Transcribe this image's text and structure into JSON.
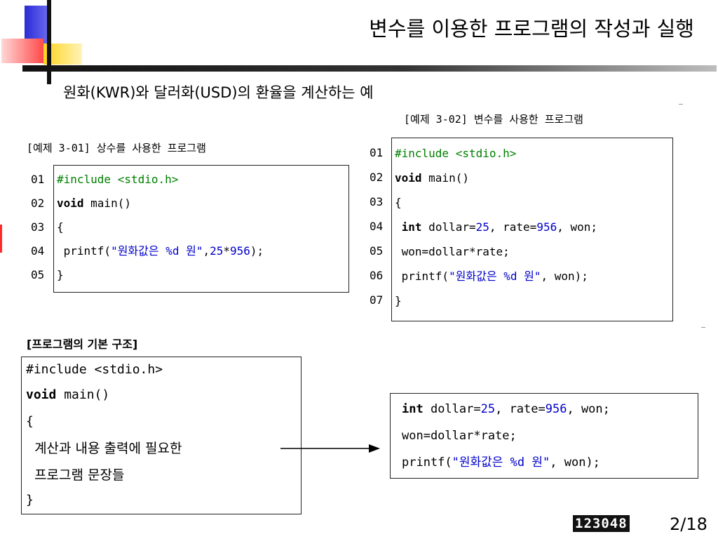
{
  "slide": {
    "title": "변수를 이용한 프로그램의 작성과 실행",
    "subtitle": "원화(KWR)와 달러화(USD)의 환율을 계산하는 예"
  },
  "example1": {
    "caption": "[예제 3-01] 상수를 사용한 프로그램",
    "line_numbers": [
      "01",
      "02",
      "03",
      "04",
      "05"
    ],
    "code": {
      "l1": "#include <stdio.h>",
      "l2_kw": "void",
      "l2_rest": " main()",
      "l3": "{",
      "l4_a": " printf(",
      "l4_str": "\"원화값은 %d 원\"",
      "l4_b": ",",
      "l4_n1": "25",
      "l4_c": "*",
      "l4_n2": "956",
      "l4_d": ");",
      "l5": "}"
    }
  },
  "example2": {
    "caption": "[예제 3-02] 변수를 사용한 프로그램",
    "line_numbers": [
      "01",
      "02",
      "03",
      "04",
      "05",
      "06",
      "07"
    ],
    "code": {
      "l1": "#include <stdio.h>",
      "l2_kw": "void",
      "l2_rest": " main()",
      "l3": "{",
      "l4_kw": "int",
      "l4_a": " dollar=",
      "l4_n1": "25",
      "l4_b": ", rate=",
      "l4_n2": "956",
      "l4_c": ", won;",
      "l5": " won=dollar*rate;",
      "l6_a": " printf(",
      "l6_str": "\"원화값은 %d 원\"",
      "l6_b": ", won);",
      "l7": "}"
    }
  },
  "structure": {
    "label": "[프로그램의 기본 구조]",
    "l1": "#include <stdio.h>",
    "l2_kw": "void",
    "l2_rest": " main()",
    "l3": "{",
    "l4": "  계산과 내용 출력에 필요한",
    "l5": "  프로그램 문장들",
    "l6": "}"
  },
  "statements": {
    "l1_kw": "int",
    "l1_a": " dollar=",
    "l1_n1": "25",
    "l1_b": ", rate=",
    "l1_n2": "956",
    "l1_c": ", won;",
    "l2": "won=dollar*rate;",
    "l3_a": "printf(",
    "l3_str": "\"원화값은 %d 원\"",
    "l3_b": ", won);"
  },
  "footer": {
    "badge": "123048",
    "page": "2/18"
  },
  "colors": {
    "keyword": "#000000",
    "string": "#0000cc",
    "number": "#0000cc",
    "include": "#008000"
  }
}
